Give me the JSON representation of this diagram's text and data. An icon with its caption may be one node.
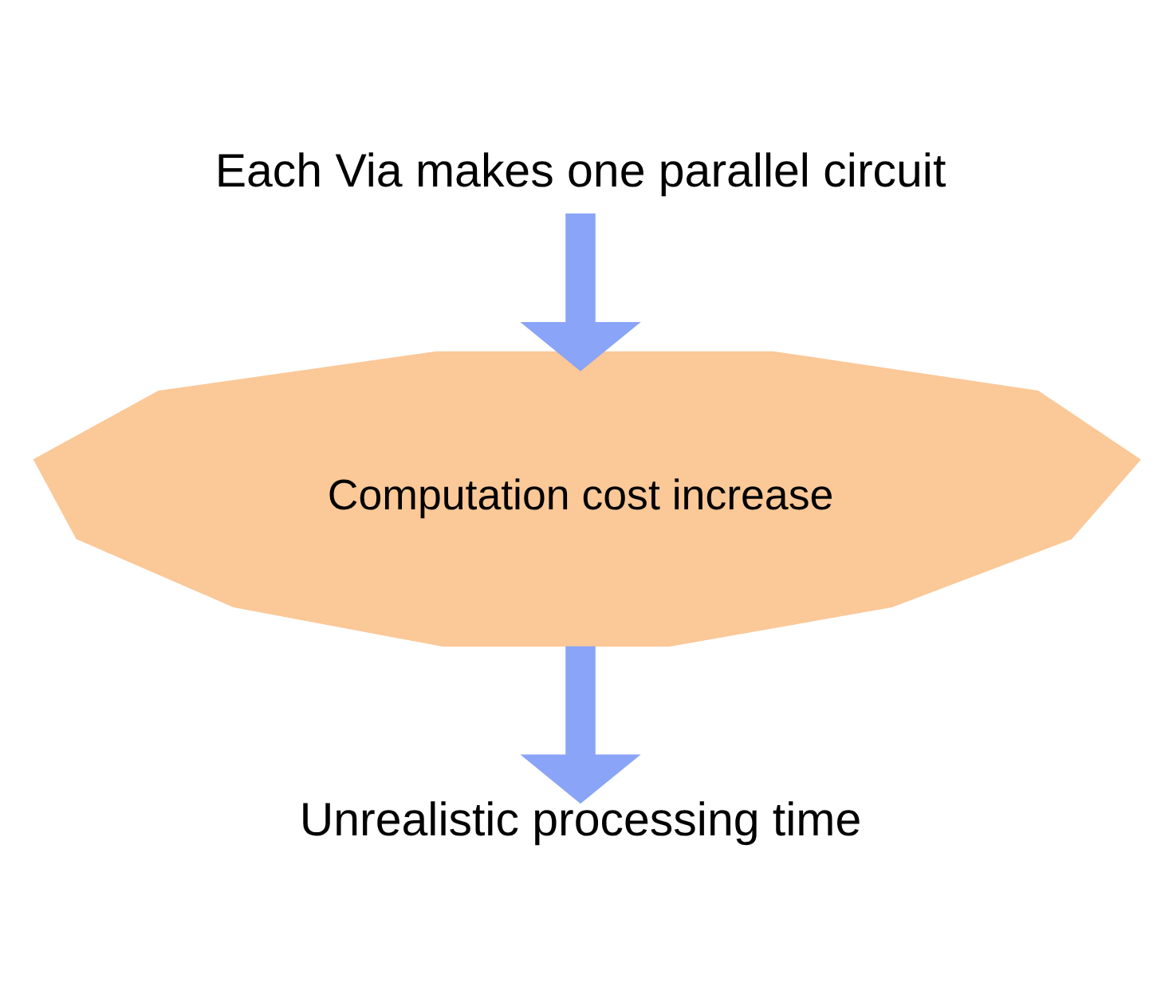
{
  "diagram": {
    "nodes": [
      {
        "text": [
          "Each Via makes one parallel circuit"
        ]
      },
      {
        "text": [
          "Computation cost increase"
        ]
      },
      {
        "text": [
          "Unrealistic processing time"
        ]
      }
    ],
    "edges": [
      {
        "from": 0,
        "to": 1,
        "arrow": "to"
      },
      {
        "from": 1,
        "to": 2,
        "arrow": "to"
      }
    ]
  }
}
